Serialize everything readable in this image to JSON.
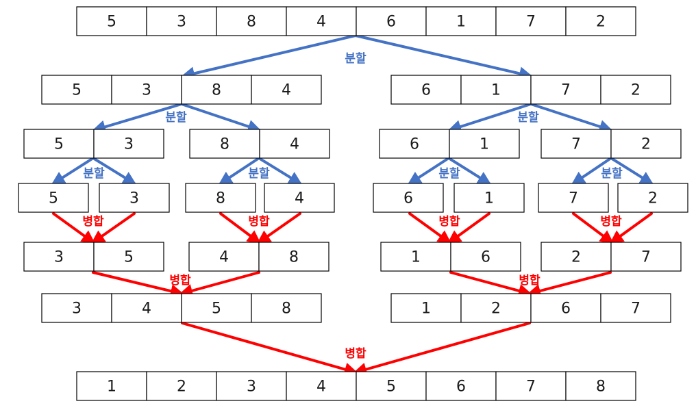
{
  "labels": {
    "split": "분할",
    "merge": "병합"
  },
  "colors": {
    "split": "#4472C4",
    "merge": "#FF0000",
    "cell_border": "#000000",
    "text": "#1a1a1a"
  },
  "arrays": {
    "input": [
      "5",
      "3",
      "8",
      "4",
      "6",
      "1",
      "7",
      "2"
    ],
    "split1_left": [
      "5",
      "3",
      "8",
      "4"
    ],
    "split1_right": [
      "6",
      "1",
      "7",
      "2"
    ],
    "split2": [
      [
        "5",
        "3"
      ],
      [
        "8",
        "4"
      ],
      [
        "6",
        "1"
      ],
      [
        "7",
        "2"
      ]
    ],
    "singles": [
      "5",
      "3",
      "8",
      "4",
      "6",
      "1",
      "7",
      "2"
    ],
    "merge1": [
      [
        "3",
        "5"
      ],
      [
        "4",
        "8"
      ],
      [
        "1",
        "6"
      ],
      [
        "2",
        "7"
      ]
    ],
    "merge2_left": [
      "3",
      "4",
      "5",
      "8"
    ],
    "merge2_right": [
      "1",
      "2",
      "6",
      "7"
    ],
    "output": [
      "1",
      "2",
      "3",
      "4",
      "5",
      "6",
      "7",
      "8"
    ]
  }
}
